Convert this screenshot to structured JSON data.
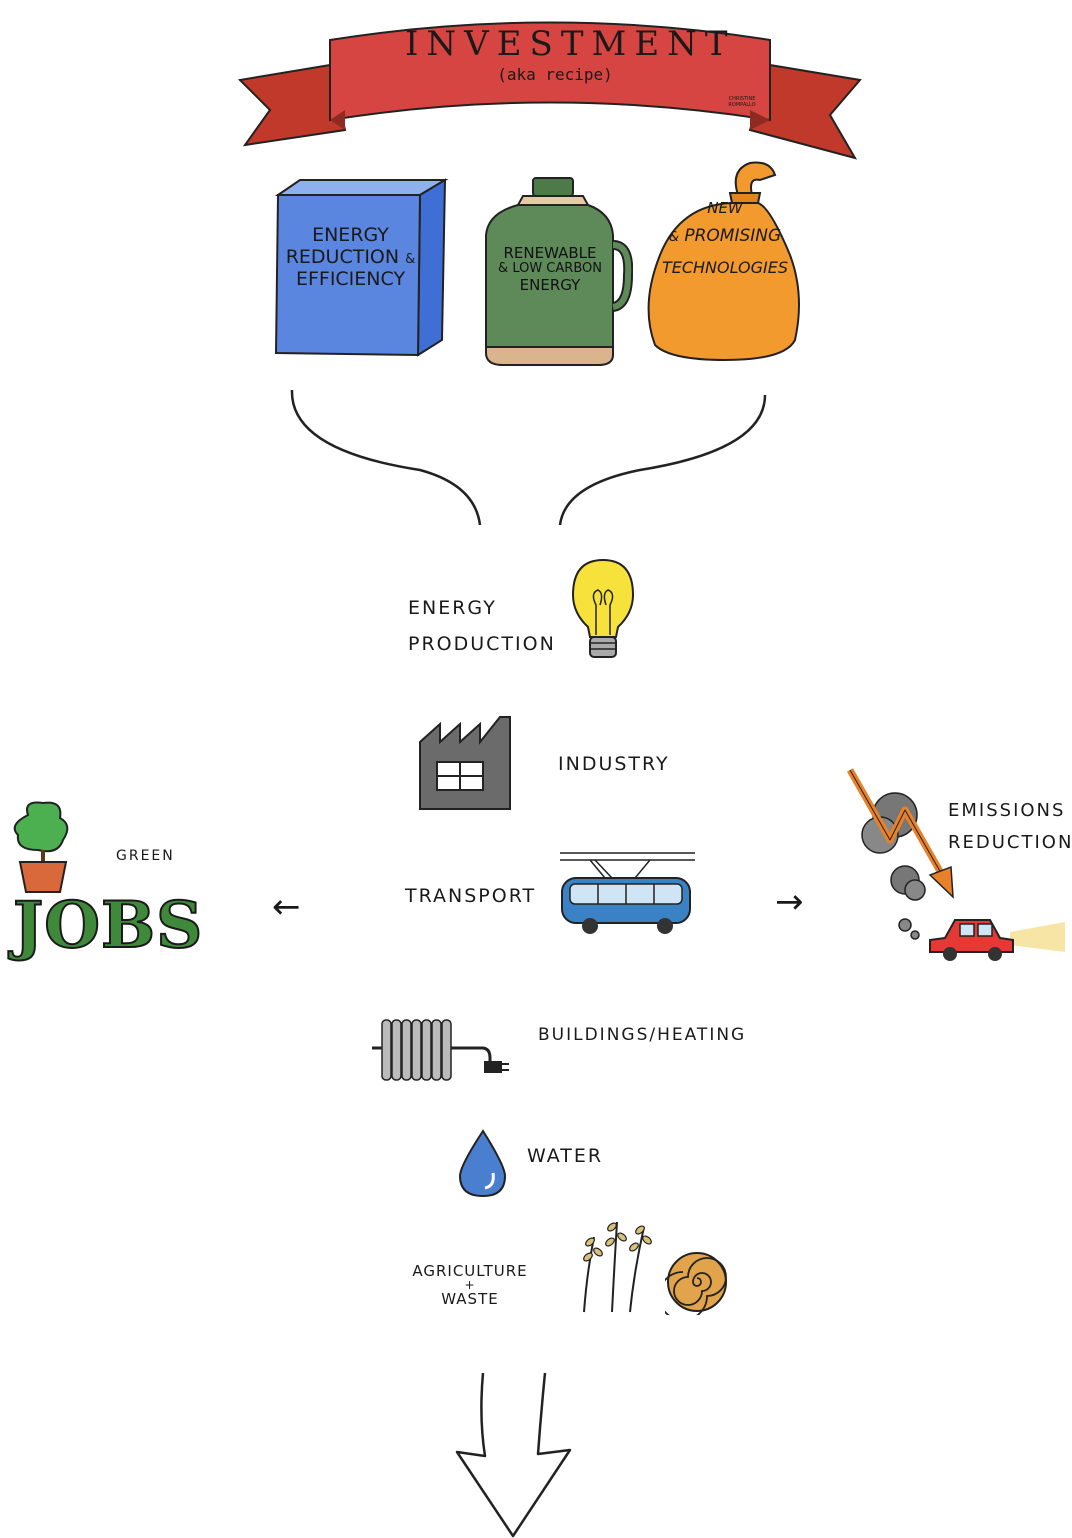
{
  "banner": {
    "title": "INVESTMENT",
    "subtitle": "(aka recipe)",
    "signature": "CHRISTINE ROMPALLO"
  },
  "ingredients": [
    {
      "line1": "ENERGY",
      "line2": "REDUCTION",
      "amp": "&",
      "line3": "EFFICIENCY",
      "color": "#5b86e0"
    },
    {
      "line1": "RENEWABLE",
      "amp": "&",
      "line2": "LOW CARBON",
      "line3": "ENERGY",
      "color": "#5e8a5a"
    },
    {
      "line1": "NEW",
      "amp": "&",
      "line2": "PROMISING",
      "line3": "TECHNOLOGIES",
      "color": "#f29a2e"
    }
  ],
  "sectors": {
    "energy_production": "ENERGY PRODUCTION",
    "industry": "INDUSTRY",
    "transport": "TRANSPORT",
    "buildings": "BUILDINGS/HEATING",
    "water": "WATER",
    "agriculture": "AGRICULTURE",
    "plus": "+",
    "waste": "WASTE"
  },
  "outcomes": {
    "green_label": "GREEN",
    "jobs_label": "JOBS",
    "emissions_label": "EMISSIONS REDUCTION",
    "left_arrow": "←",
    "right_arrow": "→"
  },
  "icons": [
    "blue-box-icon",
    "green-jug-icon",
    "orange-sack-icon",
    "light-bulb-icon",
    "factory-icon",
    "trolleybus-icon",
    "radiator-icon",
    "water-drop-icon",
    "wheat-icon",
    "hay-bale-icon",
    "potted-tree-icon",
    "down-arrow-emissions-icon",
    "smoke-cloud-icon",
    "red-car-icon",
    "down-arrow-icon"
  ]
}
